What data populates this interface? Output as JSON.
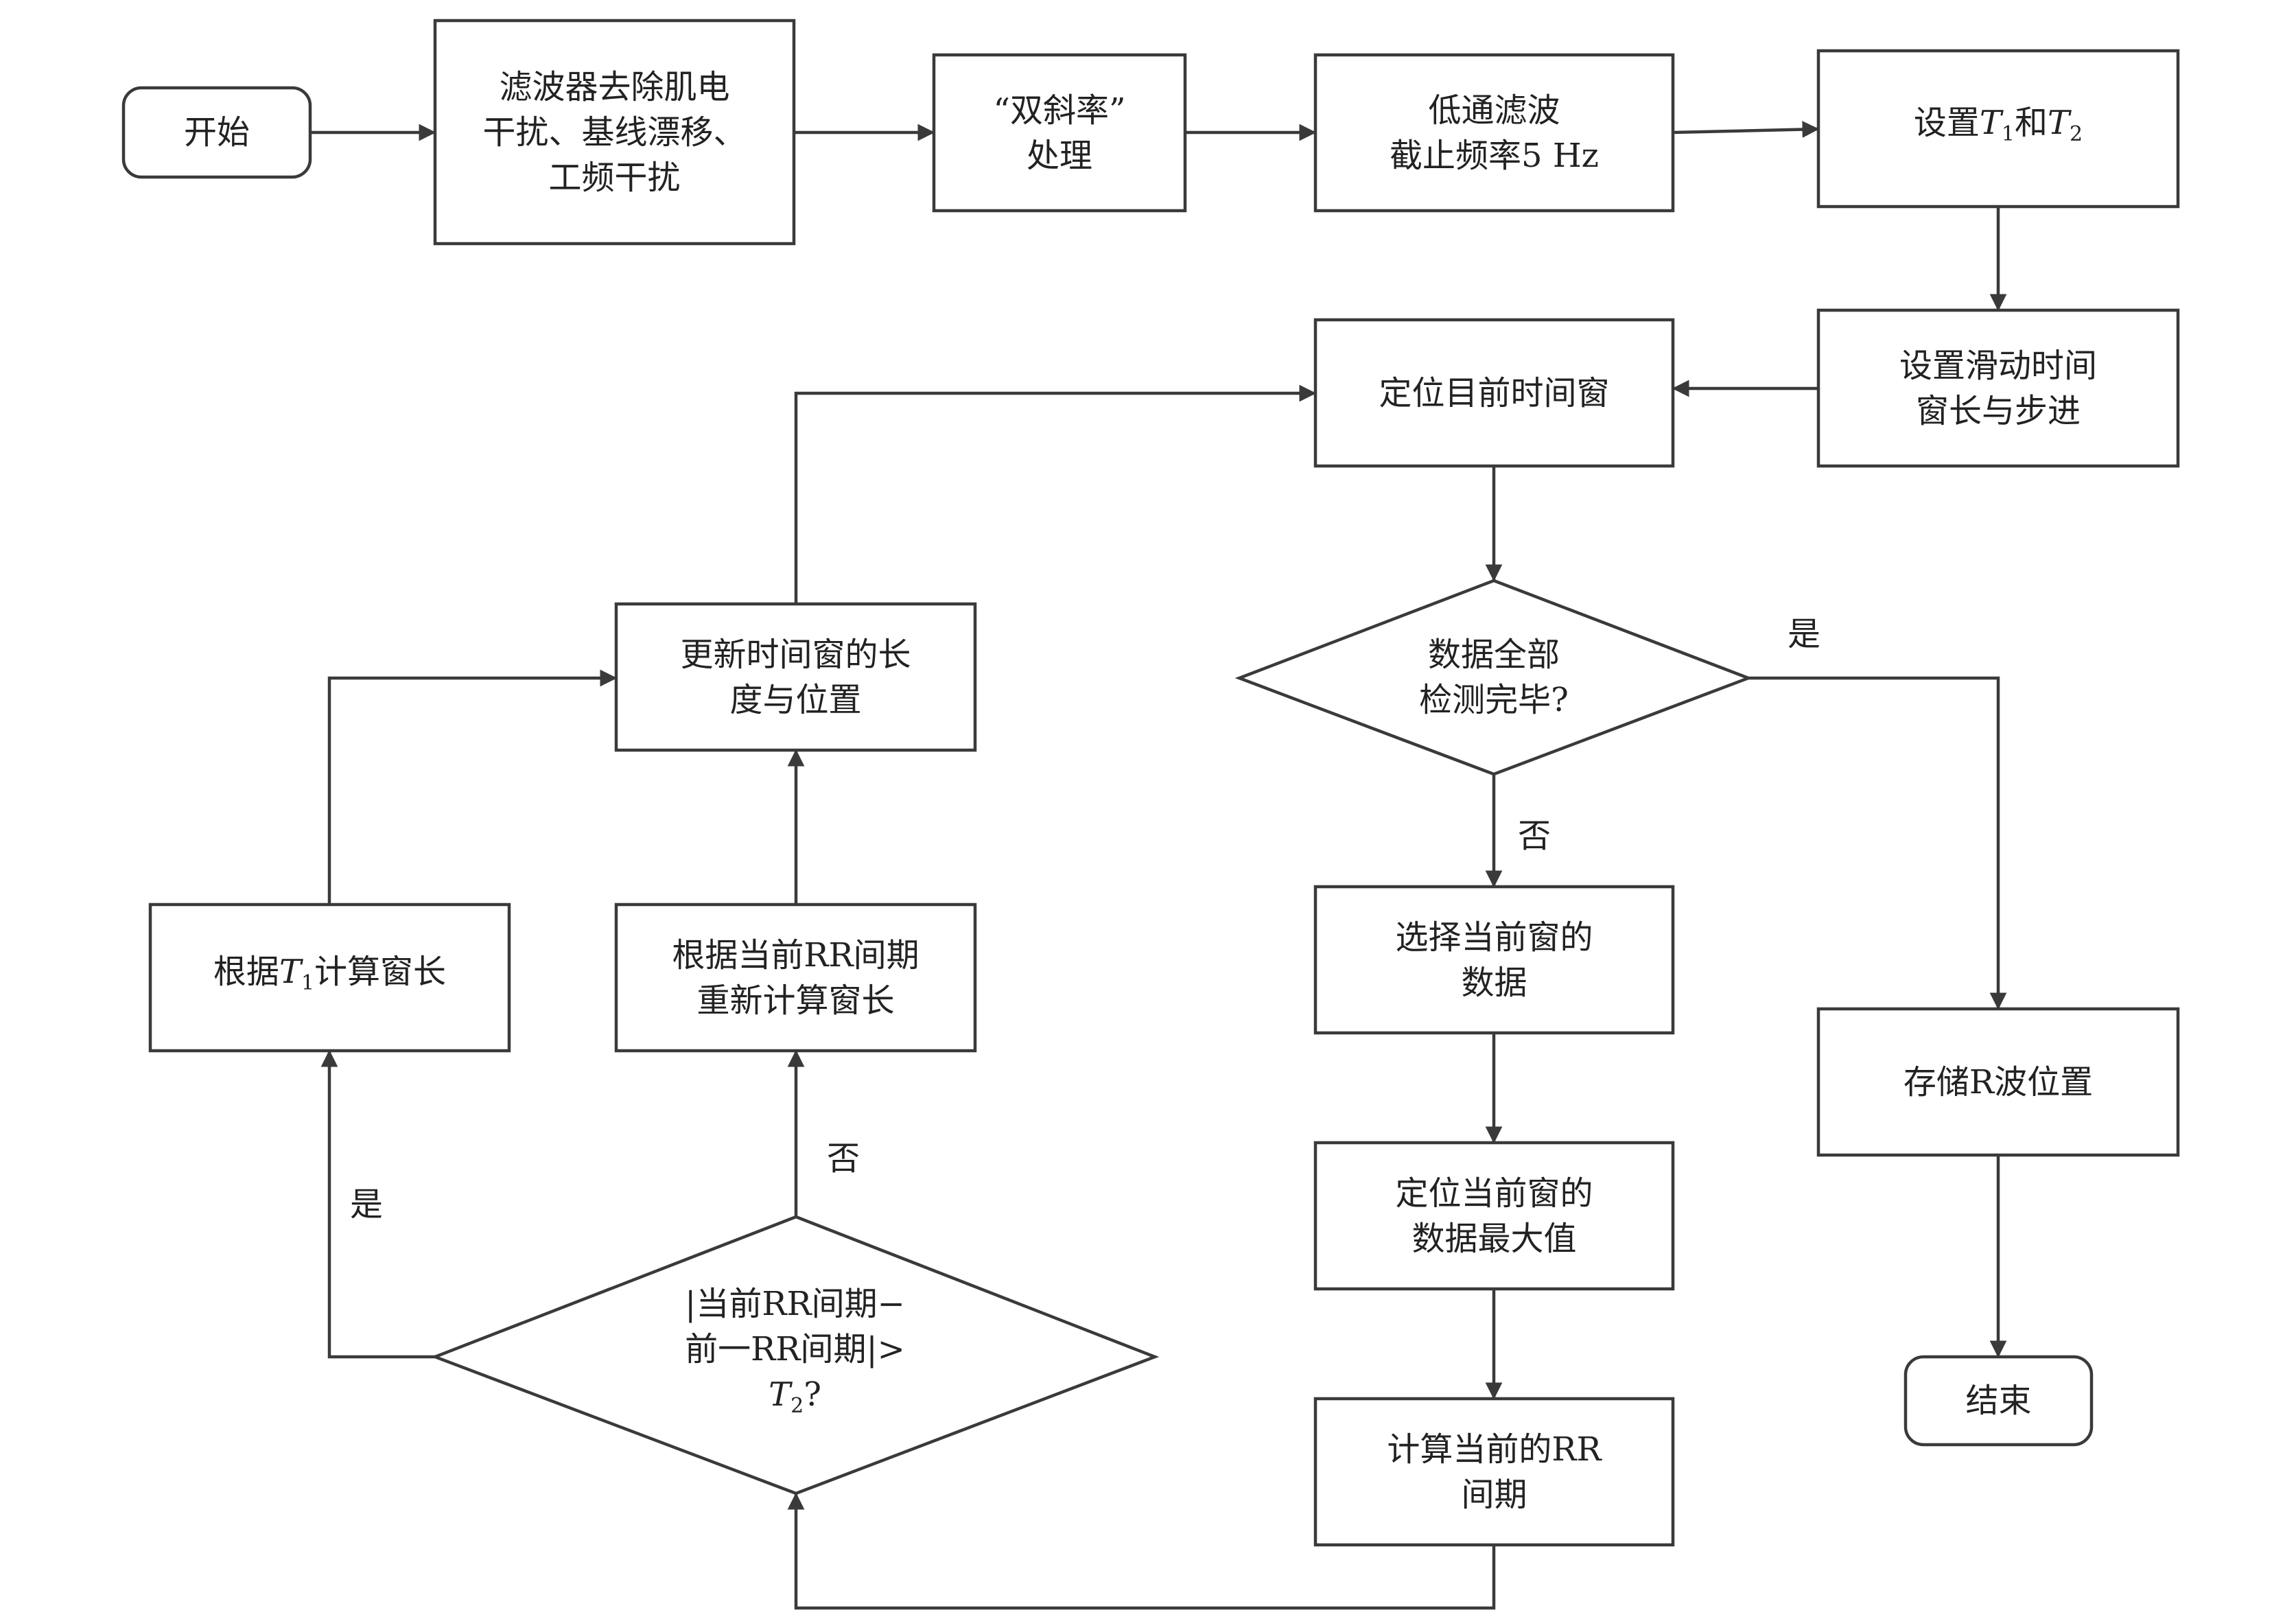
{
  "nodes": {
    "start": "开始",
    "filter": [
      "滤波器去除肌电",
      "干扰、基线漂移、",
      "工频干扰"
    ],
    "dual_slope": [
      "“双斜率”",
      "处理"
    ],
    "lowpass": [
      "低通滤波",
      "截止频率5 Hz"
    ],
    "set_t": {
      "pre": "设置",
      "t1": "T",
      "t1_sub": "1",
      "mid": "和",
      "t2": "T",
      "t2_sub": "2"
    },
    "set_window": [
      "设置滑动时间",
      "窗长与步进"
    ],
    "locate_window": "定位目前时间窗",
    "all_done": [
      "数据全部",
      "检测完毕?"
    ],
    "select_data": [
      "选择当前窗的",
      "数据"
    ],
    "locate_max": [
      "定位当前窗的",
      "数据最大值"
    ],
    "calc_rr": [
      "计算当前的RR",
      "间期"
    ],
    "store_r": "存储R波位置",
    "end": "结束",
    "rr_compare": {
      "l1": "|当前RR间期−",
      "l2": "前一RR间期|>",
      "t": "T",
      "t_sub": "2",
      "q": "?"
    },
    "recalc_window": [
      "根据当前RR间期",
      "重新计算窗长"
    ],
    "calc_t1_window": {
      "pre": "根据",
      "t": "T",
      "t_sub": "1",
      "post": "计算窗长"
    },
    "update_window": [
      "更新时间窗的长",
      "度与位置"
    ]
  },
  "labels": {
    "yes_done": "是",
    "no_done": "否",
    "yes_compare": "是",
    "no_compare": "否"
  }
}
